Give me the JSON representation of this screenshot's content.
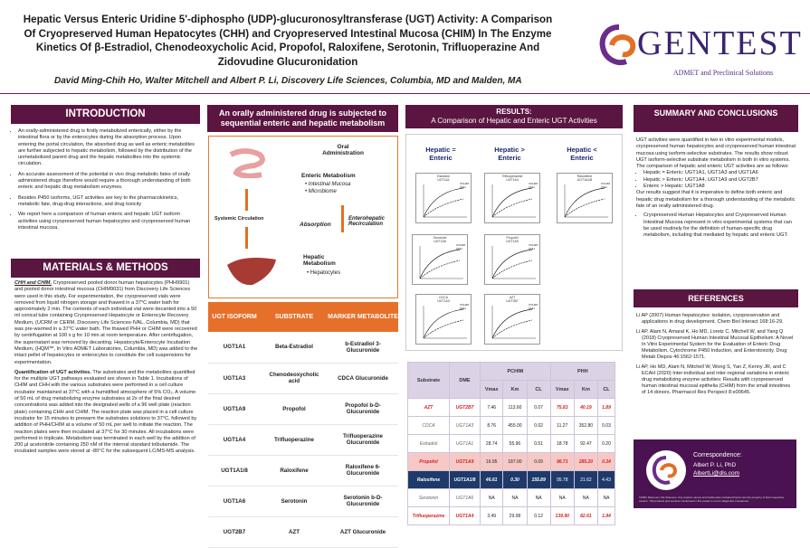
{
  "title": "Hepatic Versus Enteric Uridine 5'-diphospho (UDP)-glucuronosyltransferase (UGT) Activity: A Comparison Of Cryopreserved Human Hepatocytes (CHH) and Cryopreserved Intestinal Mucosa (CHIM) In The Enzyme Kinetics Of β-Estradiol, Chenodeoxycholic Acid, Propofol, Raloxifene, Serotonin, Trifluoperazine And Zidovudine Glucuronidation",
  "logo": {
    "brand": "GENTEST",
    "tagline": "ADMET and Preclinical Solutions"
  },
  "authors": "David Ming-Chih Ho, Walter Mitchell and Albert P. Li, Discovery Life Sciences, Columbia, MD and Malden, MA",
  "intro": {
    "header": "INTRODUCTION",
    "bullets": [
      "An orally-administered drug is firstly metabolized enterically, either by the intestinal flora or by the enterocytes during the absorption process. Upon entering the portal circulation, the absorbed drug as well as enteric metabolites are further subjected to hepatic metabolism, followed by the distribution of the unmetabolized parent drug and the hepatic metabolites into the systemic circulation.",
      "An accurate assessment of the potential in vivo drug metabolic fates of orally administered drugs therefore would require a thorough understanding of both enteric and hepatic drug metabolism enzymes.",
      "Besides P450 isoforms, UGT activities are key to the pharmacokinetics, metabolic fate, drug-drug interactions, and drug toxicity",
      "We report here a comparison of human enteric and hepatic UGT isoform activities using cryopreserved human hepatocytes and cryopreserved human intestinal mucosa."
    ]
  },
  "methods": {
    "header": "MATERIALS & METHODS",
    "p1_label": "CHH and CHIM.",
    "p1": "Cryopreserved pooled donor human hepatocytes (PHH9901) and pooled donor intestinal mucosa (CHIM9031) from Discovery Life Sciences were used in this study. For experimentation, the cryopreserved vials were removed from liquid nitrogen storage and thawed in a 37°C water bath for approximately 2 min. The contents of each individual vial were decanted into a 50 ml conical tube containing Cryopreserved Hepatocyte or Enterocyte Recovery Medium, (UCRM or CERM, Discovery Life Sciences-IVAL, Columbia, MD) that was pre-warmed in a 37°C water bath. The thawed PHH or CHIM were recovered by centrifugation at 100 x g for 10 min at room temperature. After centrifugation, the supernatant was removed by decanting. Hepatocyte/Enterocyte Incubation Medium, (HQM™, In Vitro ADMET Laboratories, Columbia, MD) was added to the intact pellet of hepatocytes or enterocytes to constitute the cell suspensions for experimentation.",
    "p2_label": "Quantification of UGT activities.",
    "p2": "The substrates and the metabolites quantified for the multiple UGT pathways evaluated are shown in Table 1. Incubations of CHIM and CHH with the various substrates were performed in a cell culture incubator maintained at 37°C with a humidified atmosphere of 5% CO₂. A volume of 50 mL of drug metabolizing enzyme substrates at 2x of the final desired concentrations was added into the designated wells of a 96 well plate (reaction plate) containing CHH and CHIM. The reaction plate was placed in a cell culture incubator for 15 minutes to prewarm the substrates solutions to 37°C, followed by addition of PHH/CHIM at a volume of 50 mL per well to initiate the reaction. The reaction plates were then incubated at 37°C for 30 minutes. All incubations were performed in triplicate. Metabolism was terminated in each well by the addition of 200 µl acetonitrile containing 250 nM of the internal standard tolbutamide. The incubated samples were stored at -80°C for the subsequent LC/MS-MS analysis."
  },
  "middle": {
    "header": "An orally administered drug is subjected to sequential enteric and hepatic metabolism",
    "diagram": {
      "oral": "Oral Administration",
      "enteric": "Enteric Metabolism",
      "enteric_items": [
        "Intestinal Mucosa",
        "Microbiome"
      ],
      "systemic": "Systemic Circulation",
      "absorption": "Absorption",
      "recirc": "Enterohepatic Recirculation",
      "hepatic": "Hepatic Metabolism",
      "hepatic_items": [
        "Hepatocytes"
      ]
    },
    "table": {
      "headers": [
        "UGT ISOFORM",
        "SUBSTRATE",
        "MARKER METABOLITE"
      ],
      "rows": [
        [
          "UGT1A1",
          "Beta-Estradiol",
          "b-Estradiol 3-Glucuronide"
        ],
        [
          "UGT1A3",
          "Chenodeoxycholic acid",
          "CDCA Glucuronide"
        ],
        [
          "UGT1A9",
          "Propofol",
          "Propofol b-D-Glucuronide"
        ],
        [
          "UGT1A4",
          "Trifluoperazine",
          "Trifluoperazine Glucuronide"
        ],
        [
          "UGT1A1/8",
          "Raloxifene",
          "Raloxifene 6-Glucuronide"
        ],
        [
          "UGT1A6",
          "Serotonin",
          "Serotonin b-D-Glucuronide"
        ],
        [
          "UGT2B7",
          "AZT",
          "AZT Glucuronide"
        ]
      ]
    }
  },
  "results": {
    "header": "RESULTS:",
    "subheader": "A Comparison of Hepatic and Enteric UGT Activities",
    "groups": [
      "Hepatic = Enteric",
      "Hepatic > Enteric",
      "Hepatic < Enteric"
    ],
    "plots": [
      "Estradiol",
      "Trifluoperazine",
      "Raloxifene",
      "Serotonin",
      "Propofol",
      "CDCA",
      "AZT"
    ],
    "plot_isoforms": [
      "UGT1A1",
      "UGT1A4",
      "UGT1A1/8",
      "UGT1A6",
      "UGT1A9",
      "UGT1A3",
      "UGT2B7"
    ],
    "legend": [
      "PCHIM",
      "PHH"
    ],
    "kinetics": {
      "headers": [
        "Substrate",
        "DME",
        "PCHIM",
        "PHH"
      ],
      "subheaders": [
        "Vmax",
        "Km",
        "CL",
        "Vmax",
        "Km",
        "CL"
      ],
      "rows": [
        [
          "AZT",
          "UGT2B7",
          "7.46",
          "113.60",
          "0.07",
          "75.83",
          "40.19",
          "1.89"
        ],
        [
          "CDCA",
          "UGT1A3",
          "8.76",
          "455.00",
          "0.02",
          "11.27",
          "352.80",
          "0.03"
        ],
        [
          "Estradiol",
          "UGT1A1",
          "28.74",
          "55.96",
          "0.51",
          "18.78",
          "92.47",
          "0.20"
        ],
        [
          "Propofol",
          "UGT1A9",
          "16.95",
          "187.00",
          "0.09",
          "96.71",
          "285.20",
          "0.34"
        ],
        [
          "Raloxifene",
          "UGT1A1/8",
          "46.61",
          "0.30",
          "155.89",
          "95.78",
          "21.62",
          "4.43"
        ],
        [
          "Serotonin",
          "UGT1A6",
          "NA",
          "NA",
          "NA",
          "NA",
          "NA",
          "NA"
        ],
        [
          "Trifluoperazine",
          "UGT1A4",
          "3.49",
          "29.08",
          "0.12",
          "139.90",
          "82.61",
          "1.94"
        ]
      ]
    }
  },
  "summary": {
    "header": "SUMMARY AND CONCLUSIONS",
    "p1": "UGT activities were quantified in two in vitro experimental models, cryopreserved human hepatocytes and cryopreserved human intestinal mucosa using isoform-selective substrates. The results show robust UGT isoform-selective substrate metabolism in both in vitro systems. The comparison of hepatic and enteric UGT activities are as follows:",
    "items": [
      "Hepatic = Enteric: UGT1A1, UGT1A3 and UGT1A6",
      "Hepatic > Enteric: UGT1A4, UGT1A9 and UGT2B7",
      "Enteric > Hepatic: UGT1A8"
    ],
    "p2": "Our results suggest that it is imperative to define both enteric and hepatic drug metabolism for a thorough understanding of the metabolic fate of an orally administered drug.",
    "bullet": "Cryopreserved Human Hepatocytes and Cryopreserved Human Intestinal Mucosa represent in vitro experimental systems that can be used routinely for the definition of human-specific drug metabolism, including that mediated by hepatic and enteric UGT."
  },
  "references": {
    "header": "REFERENCES",
    "items": [
      "Li AP (2007) Human hepatocytes: isolation, cryopreservation and applications in drug development. Chem Biol Interact 168:16-29.",
      "Li AP, Alam N, Amaral K, Ho MD, Loretz C, Mitchell W, and Yang Q (2018) Cryopreserved Human Intestinal Mucosal Epithelium: A Novel In Vitro Experimental System for the Evaluation of Enteric Drug Metabolism, Cytochrome P450 Induction, and Enterotoxicity. Drug Metab Dispos 46:1562-1571.",
      "Li AP, Ho MD, Alam N, Mitchell W, Wong S, Yan Z, Kenny JR, and C ECAH (2020) Inter-individual and inter-regional variations in enteric drug metabolizing enzyme activities: Results with cryopreserved human intestinal mucosal epithelia (CHIM) from the small intestines of 14 donors. Pharmacol Res Perspect 8:e00645."
    ]
  },
  "contact": {
    "label": "Correspondence:",
    "name": "Albert P. Li, PhD",
    "email": "AlbertLi@dls.com"
  },
  "footer": "©2022 Discovery Life Sciences. Any product names and trademarks contained herein are the property of their respective owners. *All products and services mentioned in this poster is not for diagnostic procedures."
}
